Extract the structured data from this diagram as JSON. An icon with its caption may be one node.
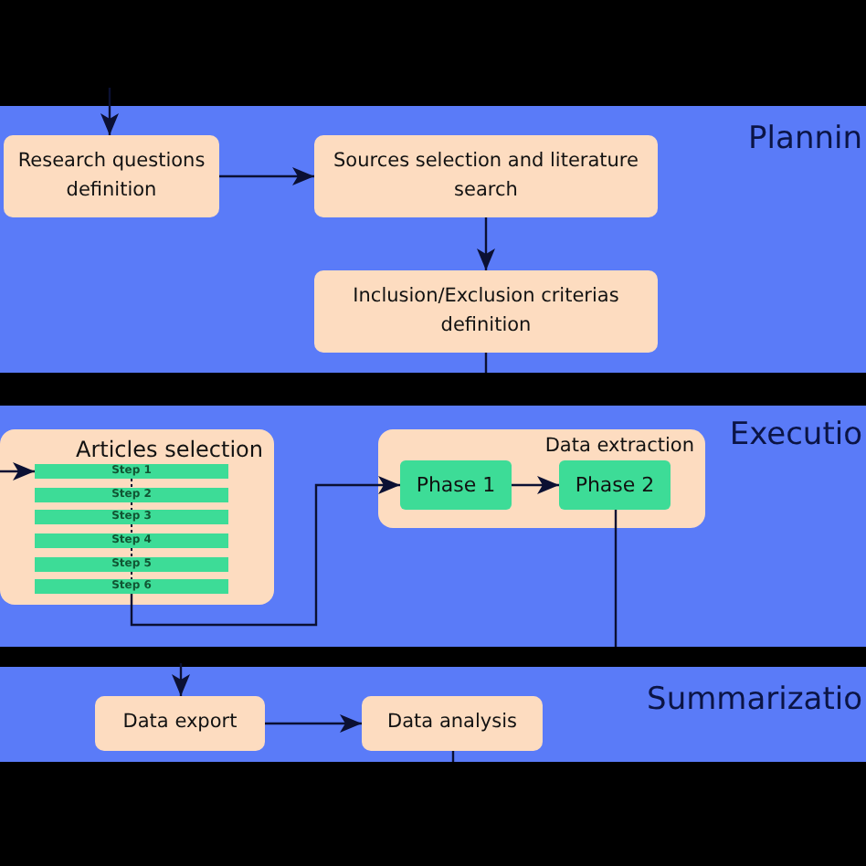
{
  "diagram": {
    "nodes": [
      {
        "text": [
          "Plannin"
        ]
      },
      {
        "text": [
          "Research questions definition"
        ],
        "in": 0
      },
      {
        "text": [
          "Sources selection and literature search"
        ],
        "in": 0
      },
      {
        "text": [
          "Inclusion/Exclusion criterias definition"
        ],
        "in": 0
      },
      {
        "text": [
          "Executio"
        ]
      },
      {
        "text": [
          "Articles selection"
        ],
        "in": 4
      },
      {
        "text": [
          "Step 1"
        ],
        "in": 5
      },
      {
        "text": [
          "Step 2"
        ],
        "in": 5
      },
      {
        "text": [
          "Step 3"
        ],
        "in": 5
      },
      {
        "text": [
          "Step 4"
        ],
        "in": 5
      },
      {
        "text": [
          "Step 5"
        ],
        "in": 5
      },
      {
        "text": [
          "Step 6"
        ],
        "in": 5
      },
      {
        "text": [
          "Data extraction"
        ],
        "in": 4
      },
      {
        "text": [
          "Phase 1"
        ],
        "in": 12
      },
      {
        "text": [
          "Phase 2"
        ],
        "in": 12
      },
      {
        "text": [
          "Summarizatio"
        ]
      },
      {
        "text": [
          "Data export"
        ],
        "in": 15
      },
      {
        "text": [
          "Data analysis"
        ],
        "in": 15
      }
    ],
    "edges": [
      {
        "from": null,
        "to": 1,
        "arrow": "to"
      },
      {
        "from": 1,
        "to": 2,
        "arrow": "to"
      },
      {
        "from": 2,
        "to": 3,
        "arrow": "to"
      },
      {
        "from": 3,
        "to": null,
        "arrow": "none"
      },
      {
        "from": null,
        "to": 6,
        "arrow": "to"
      },
      {
        "from": 6,
        "to": 7,
        "arrow": "none",
        "style": "dashed"
      },
      {
        "from": 7,
        "to": 8,
        "arrow": "none",
        "style": "dashed"
      },
      {
        "from": 8,
        "to": 9,
        "arrow": "none",
        "style": "dashed"
      },
      {
        "from": 9,
        "to": 10,
        "arrow": "none",
        "style": "dashed"
      },
      {
        "from": 10,
        "to": 11,
        "arrow": "none",
        "style": "dashed"
      },
      {
        "from": 11,
        "to": 13,
        "arrow": "to"
      },
      {
        "from": 13,
        "to": 14,
        "arrow": "to"
      },
      {
        "from": 14,
        "to": null,
        "arrow": "none"
      },
      {
        "from": null,
        "to": 16,
        "arrow": "to"
      },
      {
        "from": 16,
        "to": 17,
        "arrow": "to"
      },
      {
        "from": 17,
        "to": null,
        "arrow": "none"
      }
    ]
  }
}
